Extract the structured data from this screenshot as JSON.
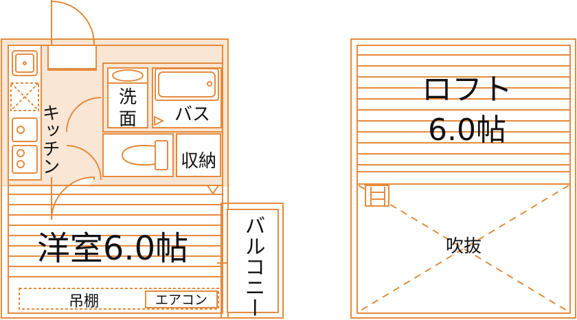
{
  "colors": {
    "line": "#e58a3c",
    "fill": "#f9e6d4",
    "text": "#111111",
    "background": "#ffffff"
  },
  "floor1": {
    "kitchen": "キッチン",
    "washroom_line1": "洗",
    "washroom_line2": "面",
    "bath": "バス",
    "storage": "収納",
    "western_room": "洋室6.0帖",
    "shelf": "吊棚",
    "aircon": "エアコン",
    "balcony": "バルコニー"
  },
  "loft_floor": {
    "loft_line1": "ロフト",
    "loft_line2": "6.0帖",
    "void": "吹抜"
  }
}
